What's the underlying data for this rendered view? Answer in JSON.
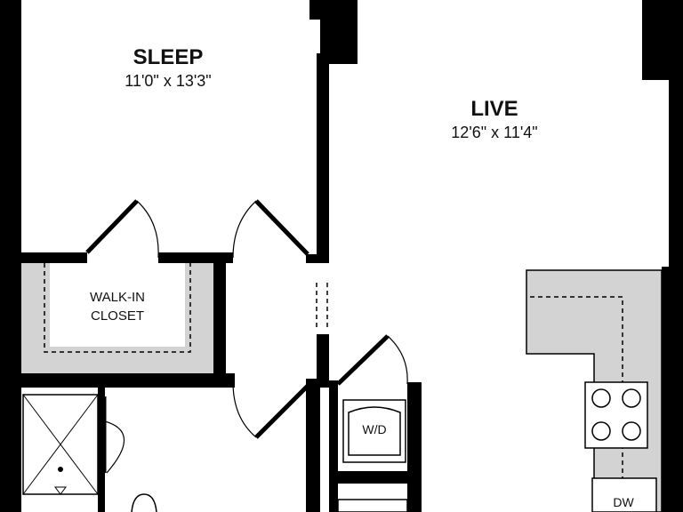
{
  "rooms": {
    "sleep": {
      "name": "SLEEP",
      "dimensions": "11'0\" x 13'3\""
    },
    "live": {
      "name": "LIVE",
      "dimensions": "12'6\" x 11'4\""
    }
  },
  "closet": {
    "line1": "WALK-IN",
    "line2": "CLOSET"
  },
  "appliances": {
    "washer_dryer": "W/D",
    "dishwasher": "DW"
  },
  "colors": {
    "wall": "#000000",
    "fill_gray": "#d3d3d3",
    "background": "#ffffff"
  }
}
